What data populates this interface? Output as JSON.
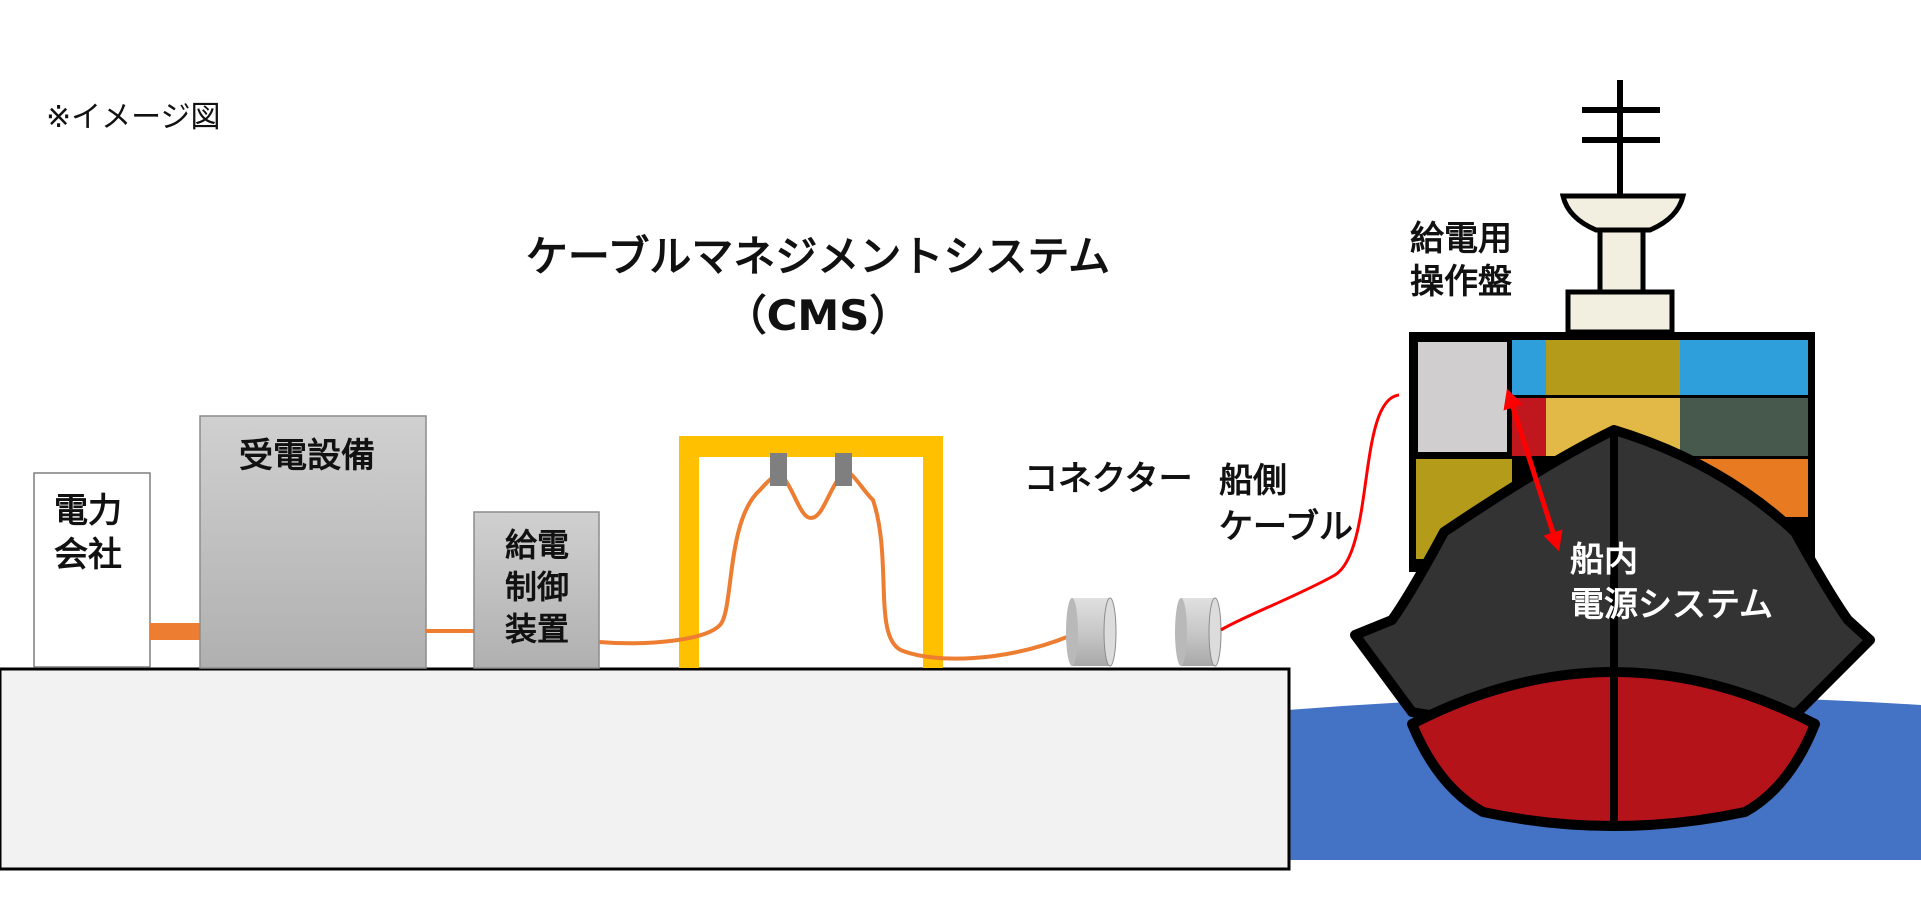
{
  "note": "※イメージ図",
  "cms": {
    "title_line1": "ケーブルマネジメントシステム",
    "title_line2": "（CMS）"
  },
  "labels": {
    "power_company": [
      "電力",
      "会社"
    ],
    "receiving_equipment": "受電設備",
    "supply_control": [
      "給電",
      "制御",
      "装置"
    ],
    "connector": "コネクター",
    "ship_cable": [
      "船側",
      "ケーブル"
    ],
    "ship_panel": [
      "給電用",
      "操作盤"
    ],
    "ship_power_system": [
      "船内",
      "電源システム"
    ]
  },
  "colors": {
    "cms_frame": "#ffc000",
    "supply_cable": "#ed7d31",
    "ship_cable": "#ff0000",
    "sea": "#4472c4",
    "hull": "#333333",
    "hull_bottom": "#b5131a",
    "quay": "#f2f2f2",
    "equipment": "#bfbfbf"
  }
}
